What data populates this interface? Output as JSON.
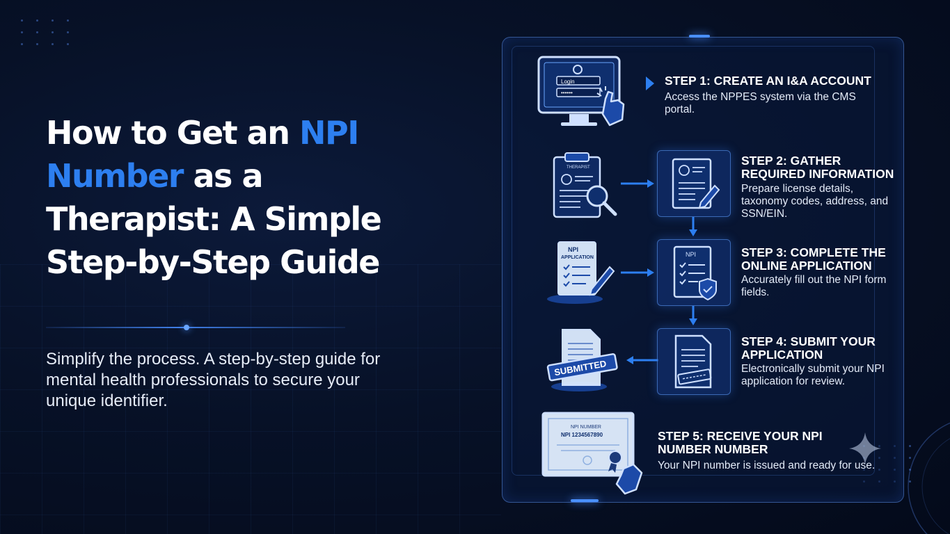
{
  "title": {
    "line1_pre": "How to Get an ",
    "line1_hl": "NPI",
    "line2_hl": "Number",
    "line2_post": " as  a",
    "line3": "Therapist: A Simple",
    "line4": "Step-by-Step Guide"
  },
  "subtitle": "Simplify the process. A step-by-step guide for mental health professionals to secure your unique identifier.",
  "steps": [
    {
      "title": "STEP 1: CREATE AN I&A ACCOUNT",
      "desc": "Access the NPPES system via the CMS portal."
    },
    {
      "title": "STEP 2: GATHER REQUIRED INFORMATION",
      "desc": "Prepare license details, taxonomy codes, address, and SSN/EIN."
    },
    {
      "title": "STEP 3: COMPLETE THE ONLINE APPLICATION",
      "desc": "Accurately fill out the NPI form fields."
    },
    {
      "title": "STEP 4: SUBMIT YOUR APPLICATION",
      "desc": "Electronically submit your NPI application for review."
    },
    {
      "title": "STEP 5: RECEIVE YOUR NPI NUMBER NUMBER",
      "desc": "Your NPI number is issued and ready for use."
    }
  ],
  "icons": {
    "login_label": "Login",
    "password_mask": "••••••",
    "clipboard_header": "THERAPIST",
    "npi_application_1": "NPI",
    "npi_application_2": "APPLICATION",
    "npi_form_label": "NPI",
    "submitted_stamp": "SUBMITTED",
    "certificate_line1": "NPI NUMBER",
    "certificate_line2": "NPI 1234567890"
  },
  "colors": {
    "accent": "#2d7ff0",
    "background": "#071127",
    "panel_border": "#5a8ce6"
  }
}
